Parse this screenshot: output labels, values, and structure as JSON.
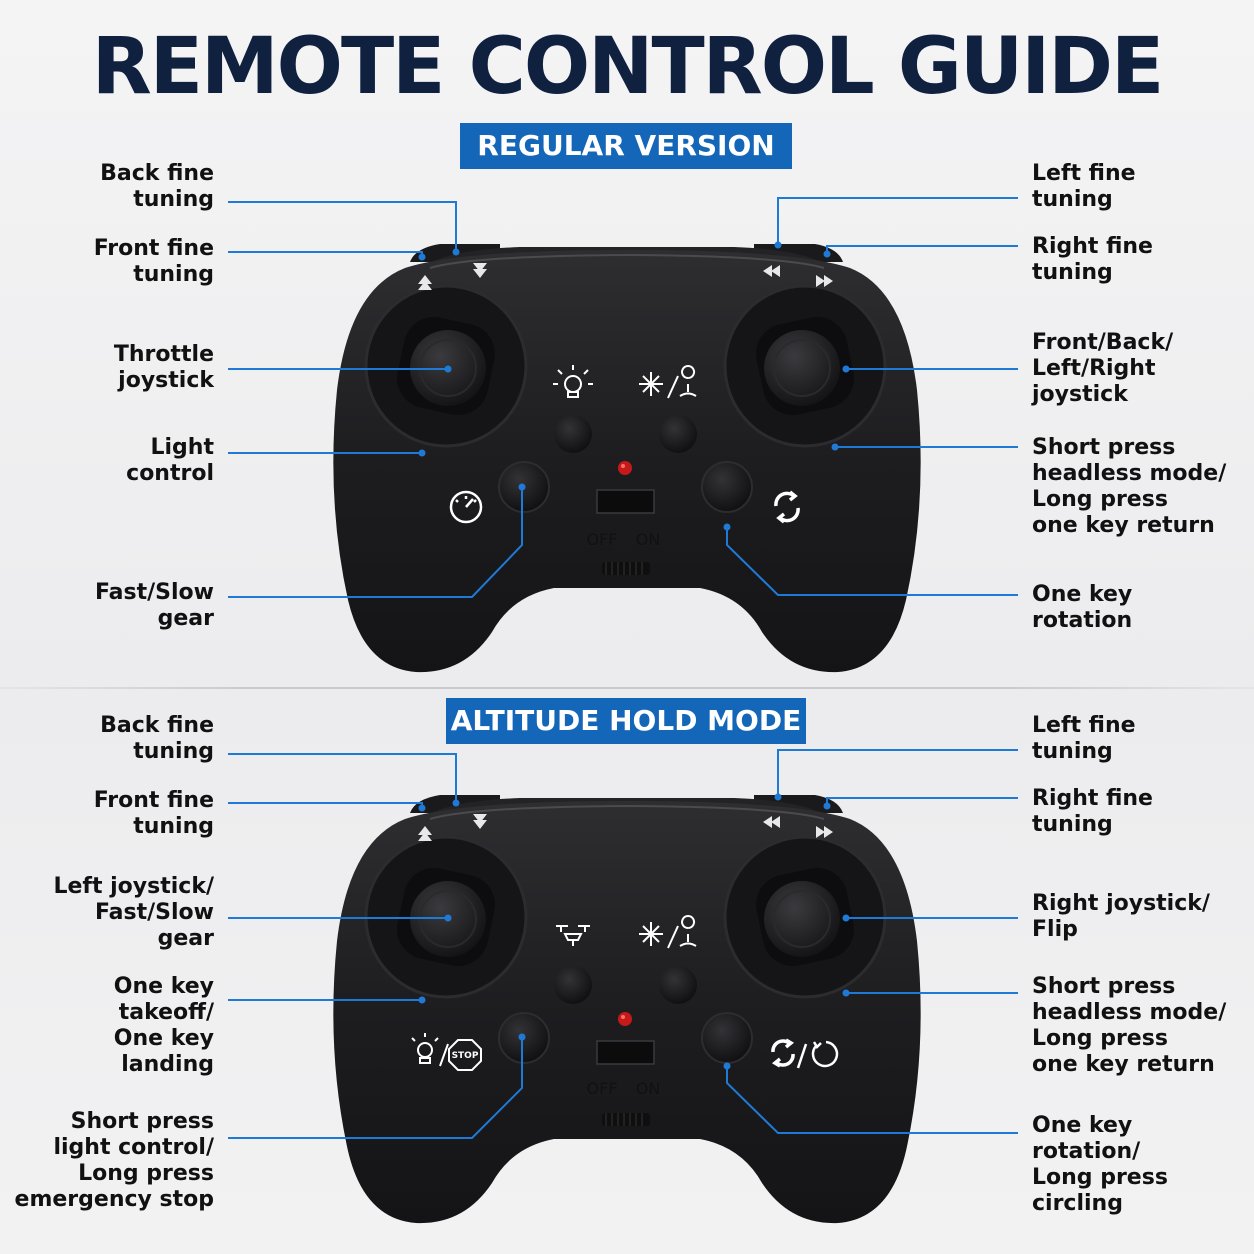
{
  "title": "REMOTE CONTROL GUIDE",
  "colors": {
    "accent": "#1466b8",
    "leader": "#1f7ad6",
    "controller": "#1c1c1e",
    "title": "#10203f"
  },
  "regular": {
    "heading": "REGULAR VERSION",
    "switch_off": "OFF",
    "switch_on": "ON",
    "icons": [
      "headlight-icon",
      "headless-compass-icon",
      "speed-gauge-icon",
      "rotate-icon",
      "arrow-up-icon",
      "arrow-down-icon",
      "rewind-icon",
      "fast-forward-icon"
    ],
    "labels_left": [
      "Back fine\ntuning",
      "Front fine\ntuning",
      "Throttle\njoystick",
      "Light\ncontrol",
      "Fast/Slow\ngear"
    ],
    "labels_right": [
      "Left fine\ntuning",
      "Right fine\ntuning",
      "Front/Back/\nLeft/Right\njoystick",
      "Short press\nheadless mode/\nLong press\none key return",
      "One key\nrotation"
    ]
  },
  "altitude": {
    "heading": "ALTITUDE HOLD MODE",
    "switch_off": "OFF",
    "switch_on": "ON",
    "icons": [
      "drone-takeoff-icon",
      "headless-compass-icon",
      "light-stop-icon",
      "rotate-circle-icon",
      "arrow-up-icon",
      "arrow-down-icon",
      "rewind-icon",
      "fast-forward-icon"
    ],
    "stop_text": "STOP",
    "labels_left": [
      "Back fine\ntuning",
      "Front fine\ntuning",
      "Left joystick/\nFast/Slow\ngear",
      "One key\ntakeoff/\nOne key\nlanding",
      "Short press\nlight control/\nLong press\nemergency stop"
    ],
    "labels_right": [
      "Left fine\ntuning",
      "Right fine\ntuning",
      "Right joystick/\nFlip",
      "Short press\nheadless mode/\nLong press\none key return",
      "One key\nrotation/\nLong press\ncircling"
    ]
  }
}
